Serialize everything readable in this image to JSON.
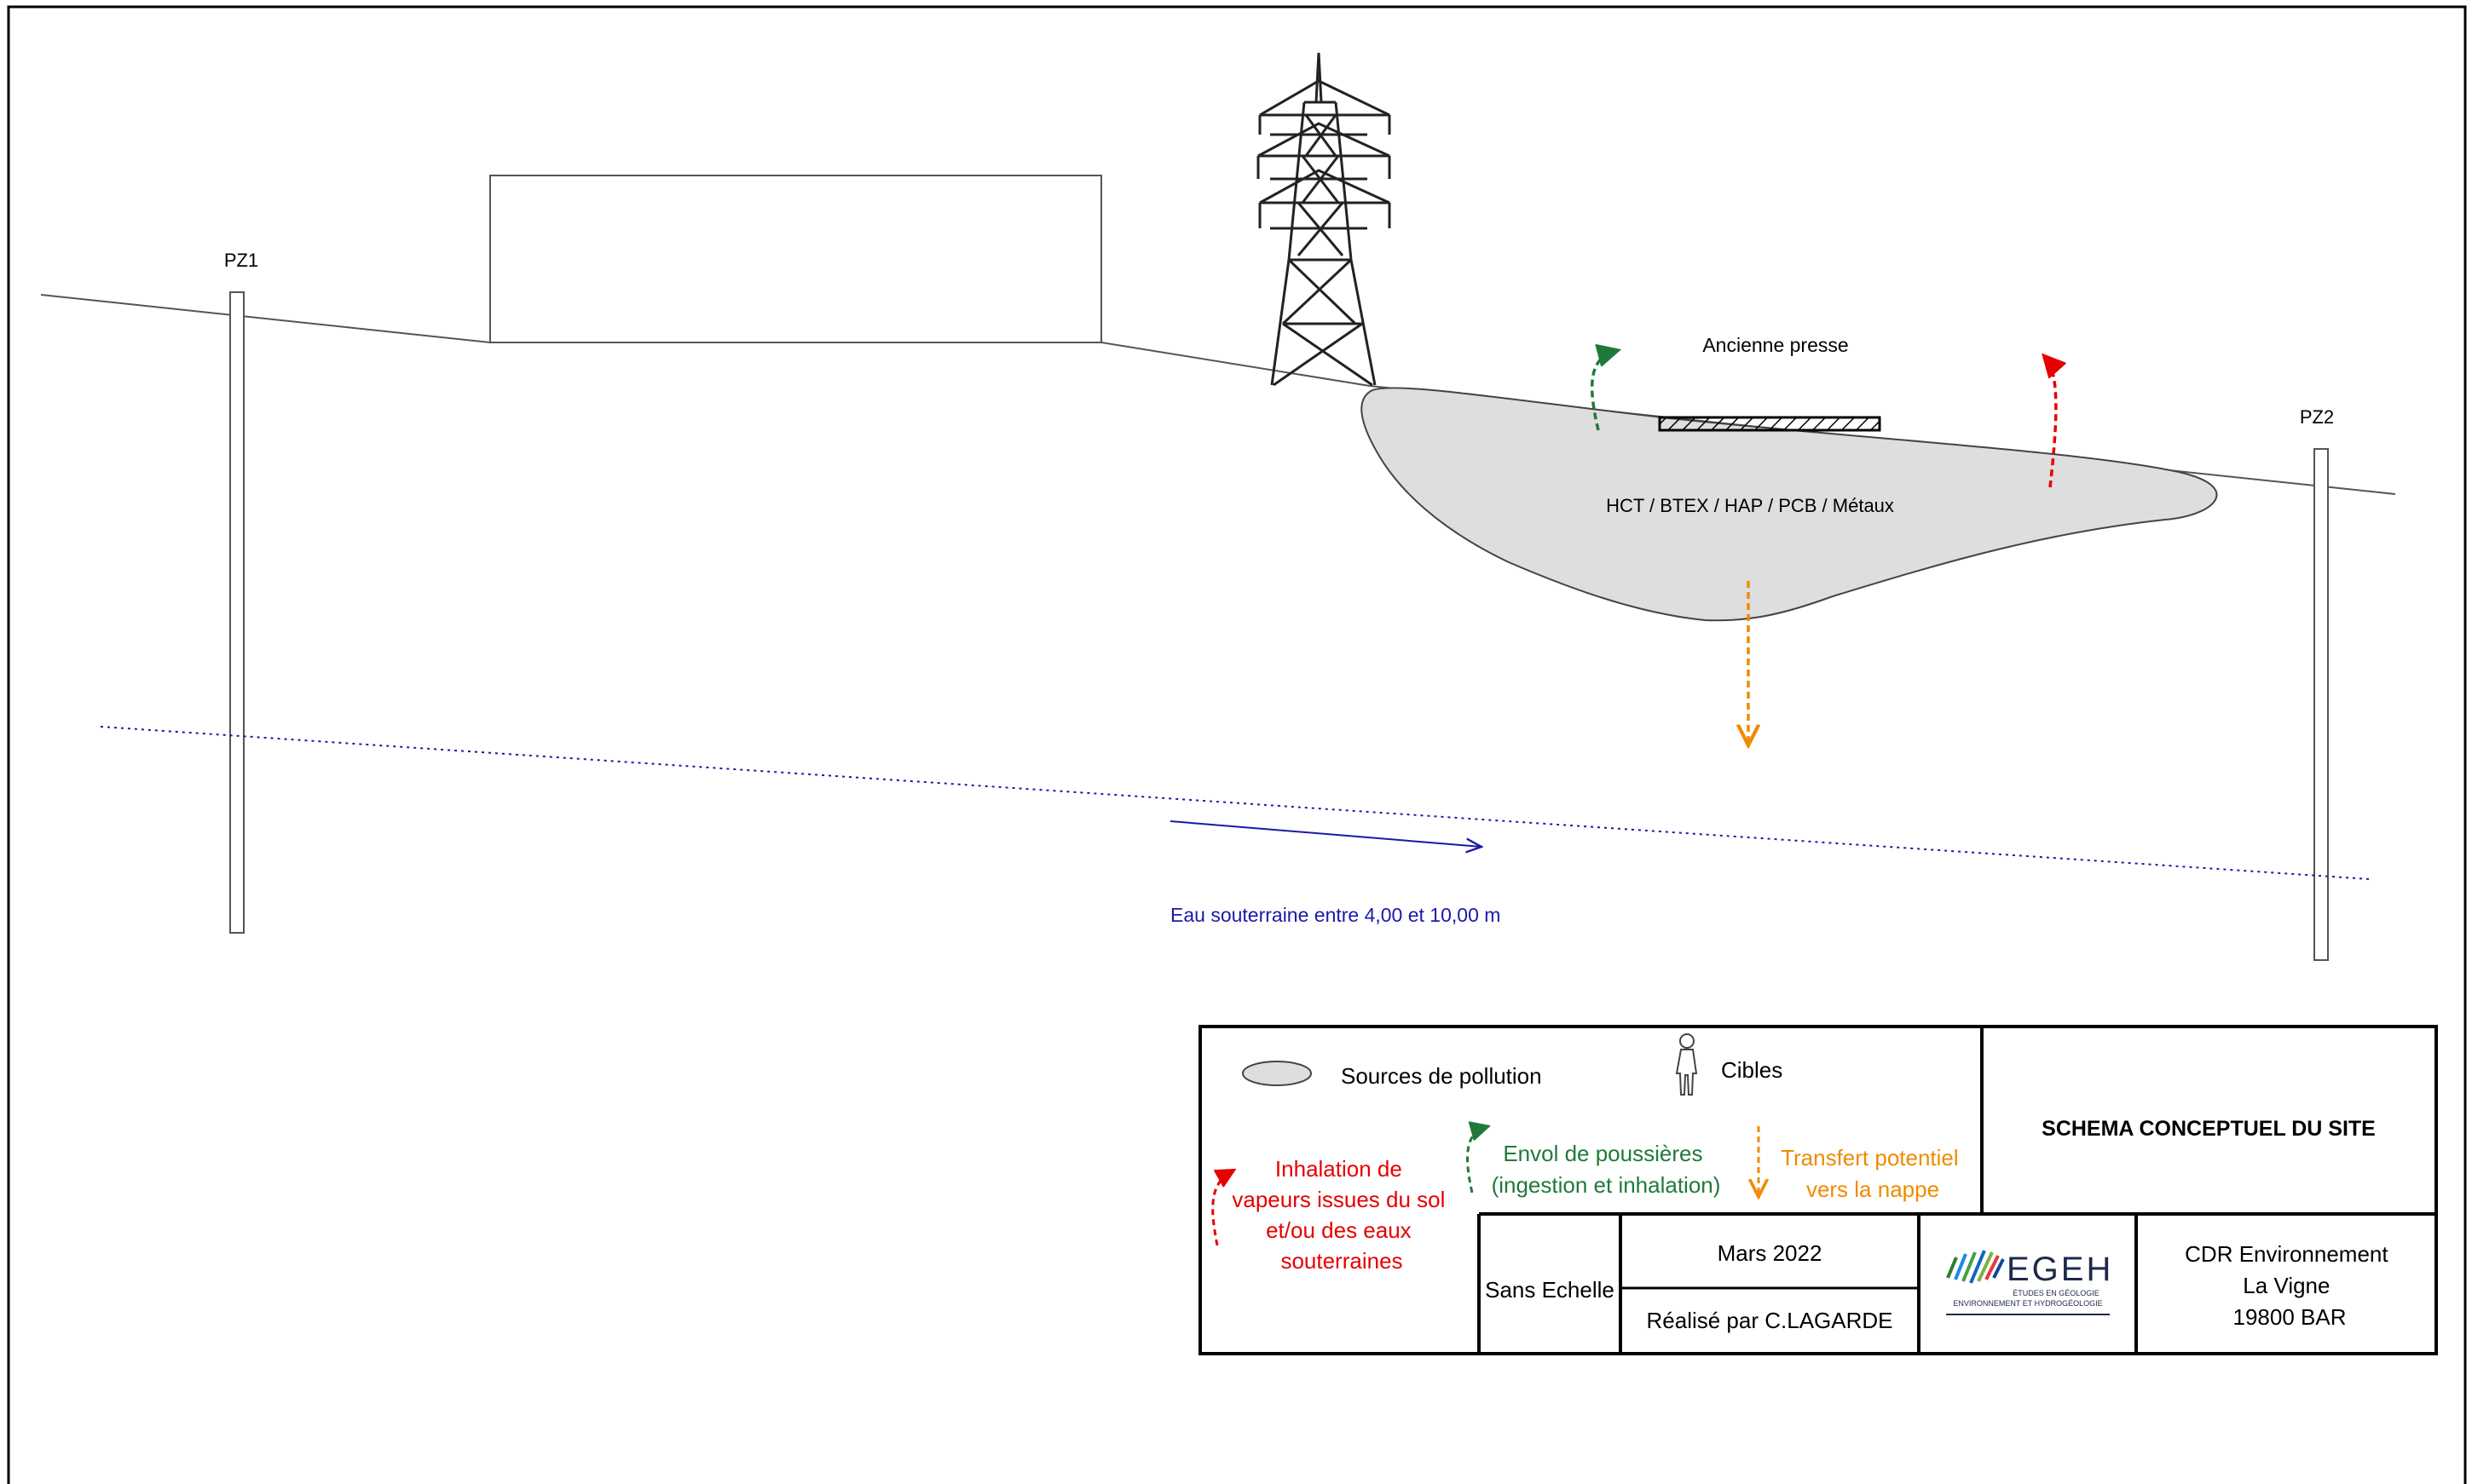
{
  "diagram": {
    "wells": [
      {
        "id": "pz1",
        "label": "PZ1"
      },
      {
        "id": "pz2",
        "label": "PZ2"
      }
    ],
    "source_label": "Ancienne presse",
    "contaminants": "HCT / BTEX / HAP / PCB / Métaux",
    "groundwater_label": "Eau souterraine entre 4,00 et 10,00 m"
  },
  "legend": {
    "sources": "Sources de pollution",
    "targets": "Cibles",
    "inhalation": [
      "Inhalation de",
      "vapeurs issues du sol",
      "et/ou des eaux",
      "souterraines"
    ],
    "dust": [
      "Envol de poussières",
      "(ingestion et inhalation)"
    ],
    "transfer": [
      "Transfert potentiel",
      "vers la nappe"
    ]
  },
  "title_block": {
    "title": "SCHEMA CONCEPTUEL DU SITE",
    "scale": "Sans Echelle",
    "date": "Mars 2022",
    "author": "Réalisé par C.LAGARDE",
    "logo_text": "EGEH",
    "logo_subtitle_1": "ÉTUDES EN GÉOLOGIE",
    "logo_subtitle_2": "ENVIRONNEMENT ET HYDROGÉOLOGIE",
    "client": [
      "CDR Environnement",
      "La Vigne",
      "19800 BAR"
    ]
  },
  "colors": {
    "inhalation": "#e60000",
    "dust": "#1f7a3a",
    "transfer": "#f08a00",
    "groundwater": "#1a1aa6",
    "source_fill": "#dedede"
  }
}
